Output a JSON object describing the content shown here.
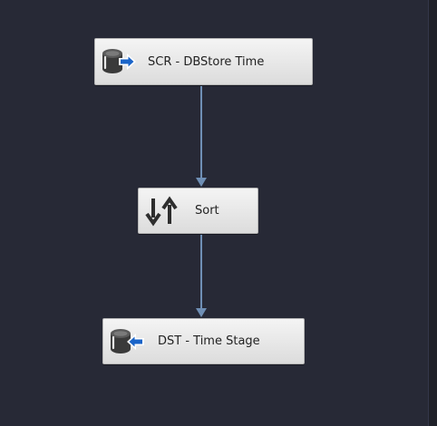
{
  "dataflow": {
    "source": {
      "label": "SCR - DBStore Time",
      "icon": "database-source-icon"
    },
    "sort": {
      "label": "Sort",
      "icon": "sort-arrows-icon"
    },
    "destination": {
      "label": "DST - Time Stage",
      "icon": "database-destination-icon"
    }
  },
  "colors": {
    "canvas": "#272936",
    "connector": "#6f8fb5",
    "accent_blue": "#1a64c8",
    "node_text": "#222222"
  }
}
